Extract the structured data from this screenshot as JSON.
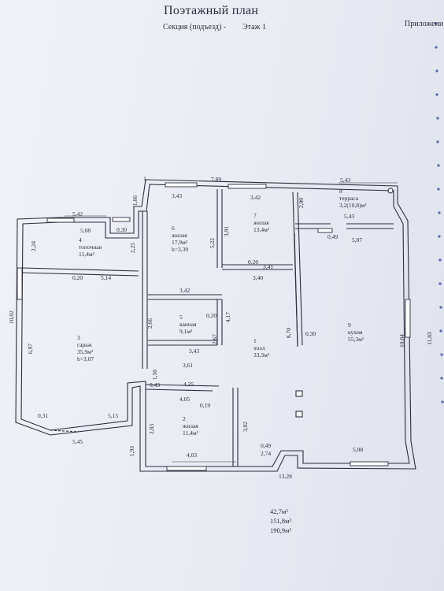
{
  "header": {
    "title": "Поэтажный план",
    "section": "Секция (подъезд) -",
    "floor": "Этаж 1",
    "appendix": "Приложени"
  },
  "rooms": [
    {
      "num": "1",
      "name": "холл",
      "area": "33,3м²"
    },
    {
      "num": "2",
      "name": "жилая",
      "area": "11,4м²"
    },
    {
      "num": "3",
      "name": "гараж",
      "area": "35,9м²",
      "height": "h=3,07"
    },
    {
      "num": "4",
      "name": "топочная",
      "area": "11,4м²"
    },
    {
      "num": "5",
      "name": "ванная",
      "area": "9,1м²"
    },
    {
      "num": "6",
      "name": "жилая",
      "area": "17,9м²",
      "height": "h=3,39"
    },
    {
      "num": "7",
      "name": "жилая",
      "area": "13,4м²"
    },
    {
      "num": "8",
      "name": "терраса",
      "area": "3,2(10,8)м²"
    },
    {
      "num": "9",
      "name": "кухня",
      "area": "55,3м²"
    }
  ],
  "dims": [
    "7,89",
    "5,43",
    "3,43",
    "3,42",
    "1,86",
    "5,42",
    "5,08",
    "0,30",
    "2,24",
    "2,25",
    "0,20",
    "5,14",
    "10,02",
    "6,97",
    "0,31",
    "5,15",
    "5,45",
    "5,22",
    "3,91",
    "3,42",
    "0,20",
    "2,66",
    "2,67",
    "4,17",
    "3,43",
    "3,61",
    "1,50",
    "0,43",
    "4,25",
    "4,05",
    "0,19",
    "2,83",
    "1,93",
    "4,03",
    "3,02",
    "0,49",
    "2,74",
    "13,28",
    "2,00",
    "5,43",
    "0,49",
    "5,07",
    "0,20",
    "3,41",
    "3,40",
    "8,70",
    "0,30",
    "10,84",
    "11,83",
    "5,08"
  ],
  "totals": [
    "42,7м²",
    "151,8м²",
    "190,9м²"
  ]
}
